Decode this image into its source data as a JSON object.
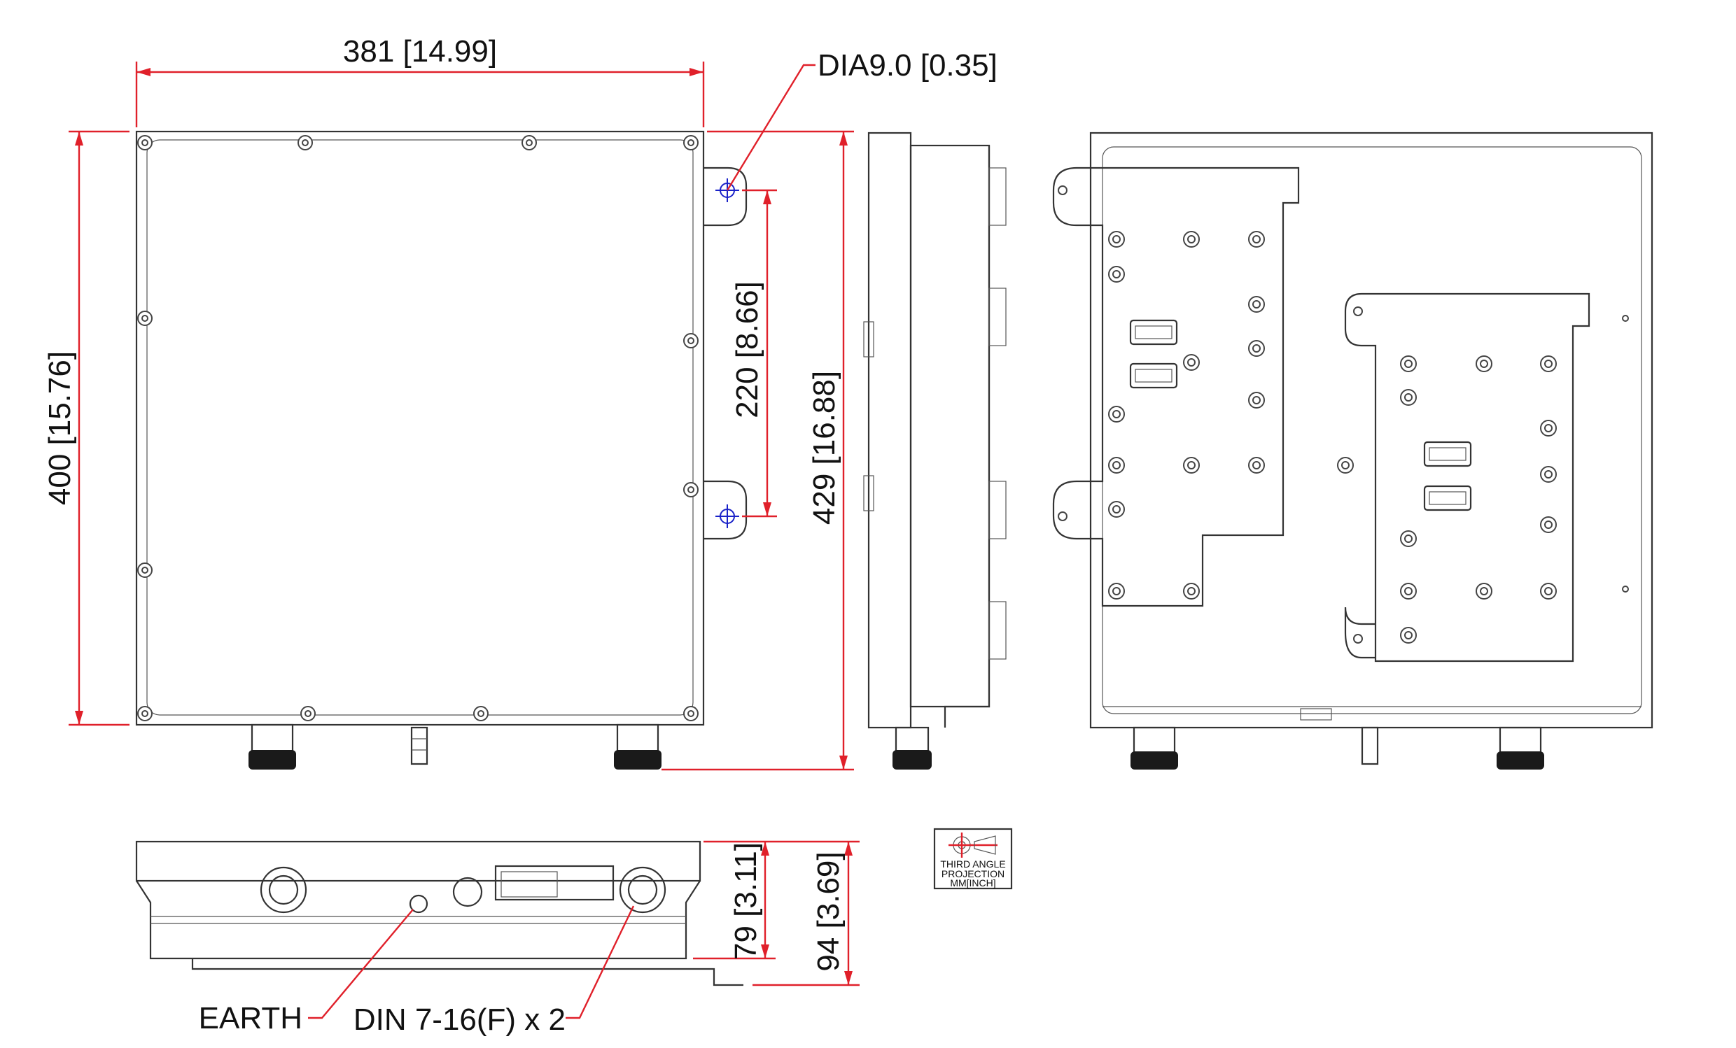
{
  "dimensions": {
    "width_overall": "381 [14.99]",
    "hole_diameter": "DIA9.0 [0.35]",
    "height_body": "400 [15.76]",
    "hole_spacing": "220 [8.66]",
    "height_overall": "429 [16.88]",
    "depth_body": "79 [3.11]",
    "depth_overall": "94 [3.69]"
  },
  "callouts": {
    "earth": "EARTH",
    "din": "DIN 7-16(F) x 2"
  },
  "projection_symbol": {
    "line1": "THIRD ANGLE",
    "line2": "PROJECTION",
    "line3": "MM[INCH]"
  },
  "colors": {
    "dimension": "#e0202a",
    "hole_marker": "#1a22c8",
    "outline": "#333333"
  }
}
